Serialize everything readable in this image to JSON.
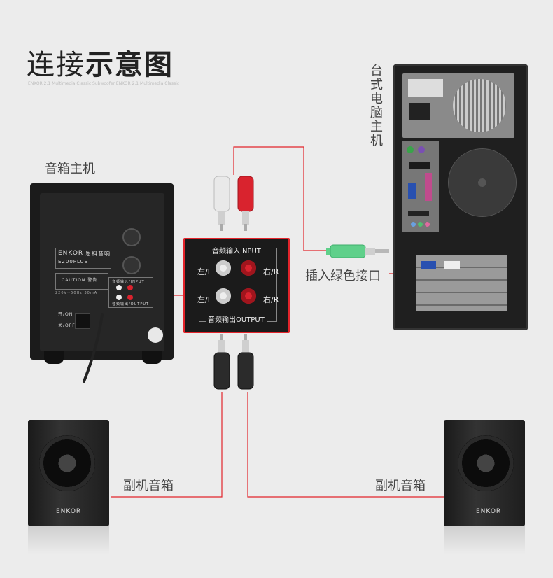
{
  "title": {
    "light": "连接",
    "bold": "示意图"
  },
  "subtitle": "ENKOR 2.1 Multimedia Classic Subwoofer ENKOR 2.1 Multimedia Classic",
  "labels": {
    "main_unit": "音箱主机",
    "pc_host": "台式电脑主机",
    "green_port": "插入绿色接口",
    "left_satellite": "副机音箱",
    "right_satellite": "副机音箱"
  },
  "subwoofer_back": {
    "brand": "ENKOR",
    "brand_cn": "恩科音响",
    "model": "E200PLUS",
    "caution": "CAUTION 警告",
    "power_on": "开/ON",
    "power_off": "关/OFF",
    "input_tag": "音频输入/INPUT",
    "output_tag": "音频输出/OUTPUT",
    "spec": "220V~50Hz 30mA"
  },
  "io_panel": {
    "input_header": "音频输入INPUT",
    "output_header": "音频输出OUTPUT",
    "left": "左/L",
    "right": "右/R"
  },
  "satellite_brand": "ENKOR",
  "colors": {
    "cable": "#e3242b",
    "panel": "#1b1b1b",
    "green_jack": "#5fd08a",
    "red_plug": "#d9232e",
    "white_plug": "#e9e9e9"
  }
}
